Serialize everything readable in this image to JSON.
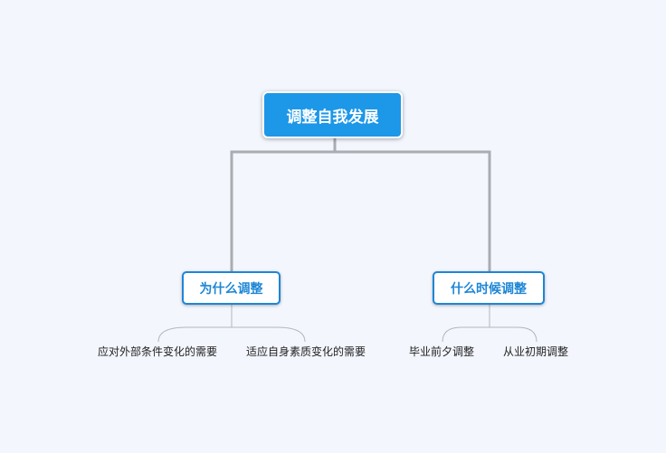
{
  "root": {
    "label": "调整自我发展"
  },
  "branches": [
    {
      "label": "为什么调整",
      "leaves": [
        "应对外部条件变化的需要",
        "适应自身素质变化的需要"
      ]
    },
    {
      "label": "什么时候调整",
      "leaves": [
        "毕业前夕调整",
        "从业初期调整"
      ]
    }
  ],
  "colors": {
    "background": "#f3f6fd",
    "root_fill": "#1d97e8",
    "branch_border": "#1d86d6",
    "connector": "#a9acb0"
  }
}
